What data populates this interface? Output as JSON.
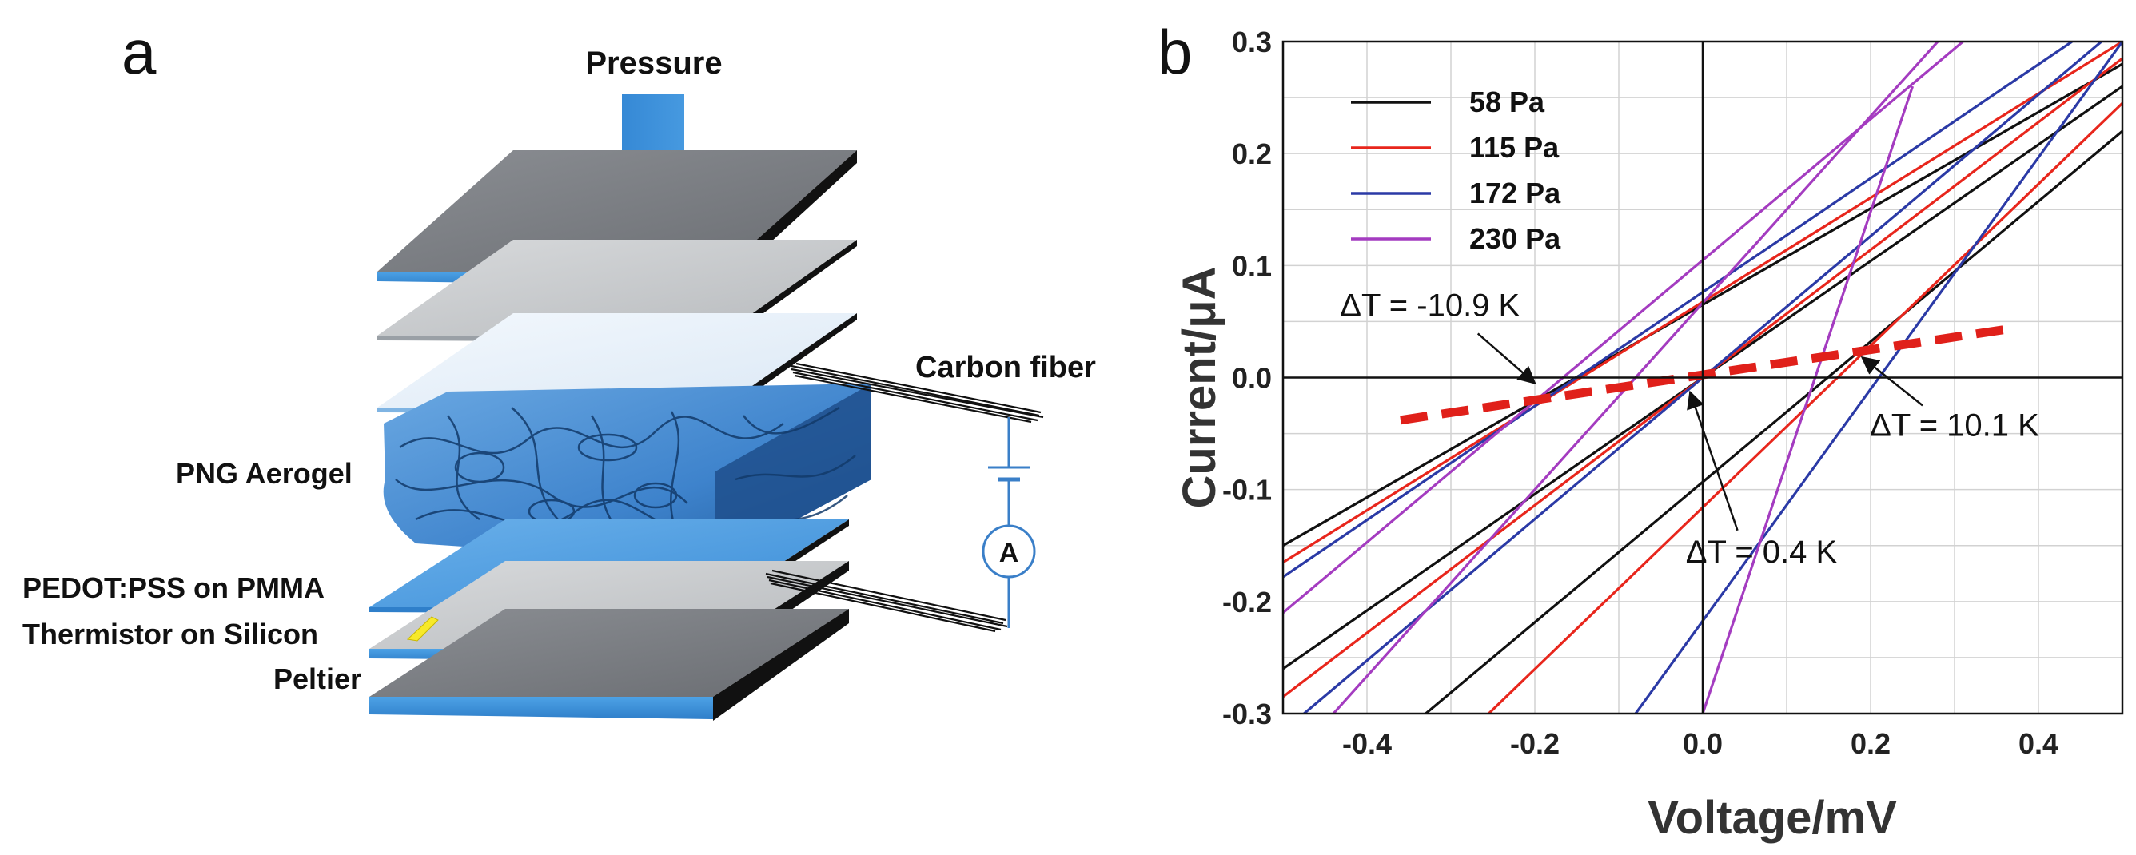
{
  "panel_a": {
    "letter": "a",
    "labels": {
      "pressure": "Pressure",
      "carbon_fiber": "Carbon fiber",
      "aerogel": "PNG Aerogel",
      "pedot": "PEDOT:PSS on PMMA",
      "thermistor": "Thermistor on Silicon",
      "peltier": "Peltier",
      "ammeter": "A"
    },
    "colors": {
      "arrow": "#3a8fd9",
      "plate_dark": "#777a80",
      "plate_light": "#c6c9cc",
      "blue": "#4a9be0",
      "sponge": "#3f86cf"
    }
  },
  "chart_data": {
    "type": "line",
    "letter": "b",
    "title": "",
    "xlabel": "Voltage/mV",
    "ylabel": "Current/μA",
    "xlim": [
      -0.5,
      0.5
    ],
    "ylim": [
      -0.3,
      0.3
    ],
    "xticks": [
      -0.4,
      -0.2,
      0.0,
      0.2,
      0.4
    ],
    "xtick_labels": [
      "-0.4",
      "-0.2",
      "0.0",
      "0.2",
      "0.4"
    ],
    "yticks": [
      -0.3,
      -0.2,
      -0.1,
      0.0,
      0.1,
      0.2,
      0.3
    ],
    "ytick_labels": [
      "-0.3",
      "-0.2",
      "-0.1",
      "0.0",
      "0.1",
      "0.2",
      "0.3"
    ],
    "grid": true,
    "legend_position": "top-left",
    "series": [
      {
        "name": "58 Pa",
        "color": "#111111",
        "lines": [
          {
            "x": [
              -0.5,
              0.5
            ],
            "y": [
              -0.15,
              0.28
            ]
          },
          {
            "x": [
              -0.5,
              0.5
            ],
            "y": [
              -0.26,
              0.26
            ]
          },
          {
            "x": [
              -0.33,
              0.5
            ],
            "y": [
              -0.3,
              0.22
            ]
          }
        ]
      },
      {
        "name": "115 Pa",
        "color": "#e8261c",
        "lines": [
          {
            "x": [
              -0.5,
              0.5
            ],
            "y": [
              -0.165,
              0.3
            ]
          },
          {
            "x": [
              -0.5,
              0.5
            ],
            "y": [
              -0.285,
              0.285
            ]
          },
          {
            "x": [
              -0.255,
              0.5
            ],
            "y": [
              -0.3,
              0.245
            ]
          }
        ]
      },
      {
        "name": "172 Pa",
        "color": "#2b3aa6",
        "lines": [
          {
            "x": [
              -0.5,
              0.44
            ],
            "y": [
              -0.178,
              0.3
            ]
          },
          {
            "x": [
              -0.475,
              0.475
            ],
            "y": [
              -0.3,
              0.3
            ]
          },
          {
            "x": [
              -0.08,
              0.5
            ],
            "y": [
              -0.3,
              0.3
            ]
          }
        ]
      },
      {
        "name": "230 Pa",
        "color": "#a43cc0",
        "lines": [
          {
            "x": [
              -0.5,
              0.31
            ],
            "y": [
              -0.21,
              0.3
            ]
          },
          {
            "x": [
              -0.44,
              0.28
            ],
            "y": [
              -0.3,
              0.3
            ]
          },
          {
            "x": [
              0.0,
              0.25
            ],
            "y": [
              -0.3,
              0.26
            ]
          }
        ]
      }
    ],
    "fit_line": {
      "color": "#e0201a",
      "x": [
        -0.36,
        0.37
      ],
      "y": [
        -0.038,
        0.044
      ],
      "style": "dashed"
    },
    "annotations": [
      {
        "text": "ΔT = -10.9 K",
        "point": [
          -0.2,
          -0.005
        ],
        "label_pos": [
          -0.325,
          0.055
        ]
      },
      {
        "text": "ΔT = 0.4 K",
        "point": [
          -0.015,
          -0.013
        ],
        "label_pos": [
          0.07,
          -0.165
        ]
      },
      {
        "text": "ΔT = 10.1 K",
        "point": [
          0.19,
          0.018
        ],
        "label_pos": [
          0.3,
          -0.052
        ]
      }
    ]
  }
}
